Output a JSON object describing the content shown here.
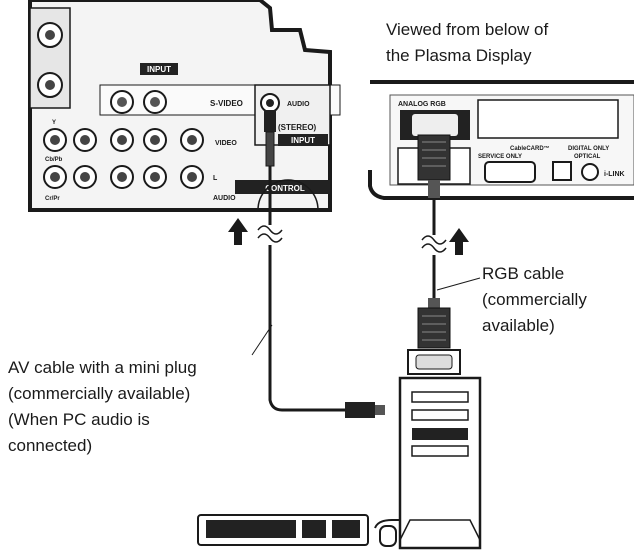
{
  "labels": {
    "view_line1": "Viewed from below of",
    "view_line2": "the Plasma Display",
    "rgb_line1": "RGB cable",
    "rgb_line2": "(commercially",
    "rgb_line3": "available)",
    "av_line1": "AV cable with a mini plug",
    "av_line2": "(commercially available)",
    "av_line3": "(When PC audio is",
    "av_line4": "connected)"
  },
  "panel_labels": {
    "input": "INPUT",
    "svideo": "S-VIDEO",
    "audio": "AUDIO",
    "stereo": "(STEREO)",
    "input2": "INPUT",
    "video": "VIDEO",
    "control": "CONTROL",
    "l": "L",
    "audio2": "AUDIO",
    "y": "Y",
    "cbpb": "Cb/Pb",
    "crpr": "Cr/Pr",
    "analog_rgb": "ANALOG RGB",
    "service_only": "SERVICE ONLY",
    "cable_card": "CableCARD™",
    "digital_only": "DIGITAL ONLY",
    "optical": "OPTICAL",
    "ilink": "i-LINK"
  },
  "colors": {
    "line": "#1a1a1a",
    "panel_fill": "#f4f4f4",
    "dark": "#222222"
  }
}
